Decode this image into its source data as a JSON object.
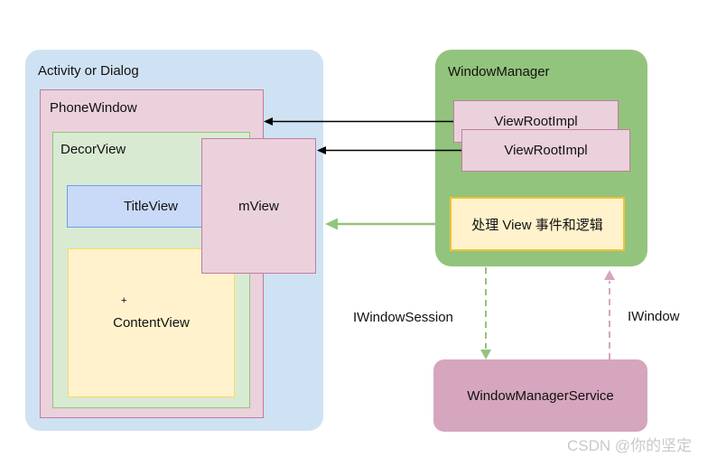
{
  "diagram": {
    "activity": {
      "label": "Activity or Dialog",
      "phone_window": {
        "label": "PhoneWindow"
      },
      "decor_view": {
        "label": "DecorView"
      },
      "title_view": {
        "label": "TitleView"
      },
      "content_view": {
        "label": "ContentView",
        "cursor_mark": "+"
      },
      "m_view": {
        "label": "mView"
      }
    },
    "window_manager": {
      "label": "WindowManager",
      "view_root_impl_back": {
        "label": "ViewRootImpl"
      },
      "view_root_impl_front": {
        "label": "ViewRootImpl"
      },
      "handle_events": {
        "label": "处理 View 事件和逻辑"
      }
    },
    "window_manager_service": {
      "label": "WindowManagerService"
    },
    "connections": {
      "iwindow_session_label": "IWindowSession",
      "iwindow_label": "IWindow",
      "links": [
        {
          "from": "ViewRootImpl (back)",
          "to": "PhoneWindow",
          "style": "solid",
          "color": "#000000",
          "direction": "left"
        },
        {
          "from": "ViewRootImpl (front)",
          "to": "mView",
          "style": "solid",
          "color": "#000000",
          "direction": "left"
        },
        {
          "from": "WindowManager",
          "to": "Activity or Dialog",
          "style": "solid",
          "color": "#93c47d",
          "direction": "left"
        },
        {
          "from": "WindowManager",
          "to": "WindowManagerService",
          "style": "dashed",
          "color": "#93c47d",
          "direction": "down",
          "label": "IWindowSession"
        },
        {
          "from": "WindowManagerService",
          "to": "WindowManager",
          "style": "dashed",
          "color": "#d5a6bd",
          "direction": "up",
          "label": "IWindow"
        }
      ]
    },
    "watermark": "CSDN @你的坚定",
    "colors": {
      "activity_fill": "#cfe2f3",
      "pink_fill": "#ead1dc",
      "pink_border": "#c27ba0",
      "green_fill_light": "#d9ead3",
      "green": "#93c47d",
      "blue_fill": "#c9daf8",
      "blue_border": "#6d9eeb",
      "yellow_fill": "#fff2cc",
      "yellow_border_light": "#ffd966",
      "gold_border": "#f1c232",
      "mauve_fill": "#d5a6bd",
      "arrow_black": "#000000",
      "watermark_gray": "#c9c9c9"
    }
  }
}
